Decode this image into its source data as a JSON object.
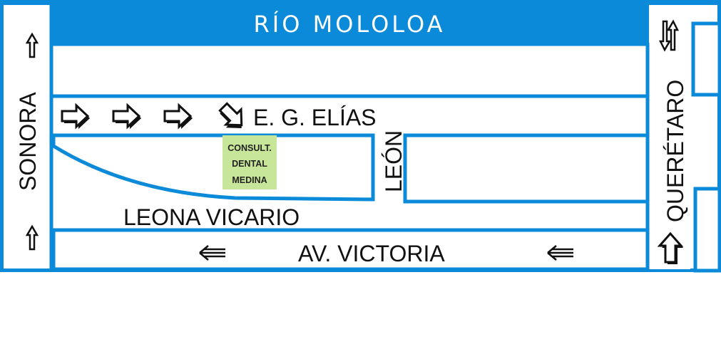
{
  "colors": {
    "street_border": "#0a8ad8",
    "river": "#0a8ad8",
    "poi_background": "#c8e69a"
  },
  "river": {
    "name": "RÍO MOLOLOA"
  },
  "streets": {
    "sonora": "SONORA",
    "queretaro": "QUERÉTARO",
    "eg_elias": "E. G. ELÍAS",
    "leon": "LEÓN",
    "leona_vicario": "LEONA VICARIO",
    "av_victoria": "AV. VICTORIA"
  },
  "poi": {
    "lines": [
      "CONSULT.",
      "DENTAL",
      "MEDINA"
    ]
  },
  "arrows": {
    "sonora": "arrow-up-icon",
    "eg_elias": "arrow-right-icon",
    "eg_elias_turn": "arrow-down-right-icon",
    "av_victoria": "arrow-left-icon",
    "queretaro_top": "arrow-two-way-icon",
    "queretaro_bottom": "arrow-up-bold-icon"
  }
}
